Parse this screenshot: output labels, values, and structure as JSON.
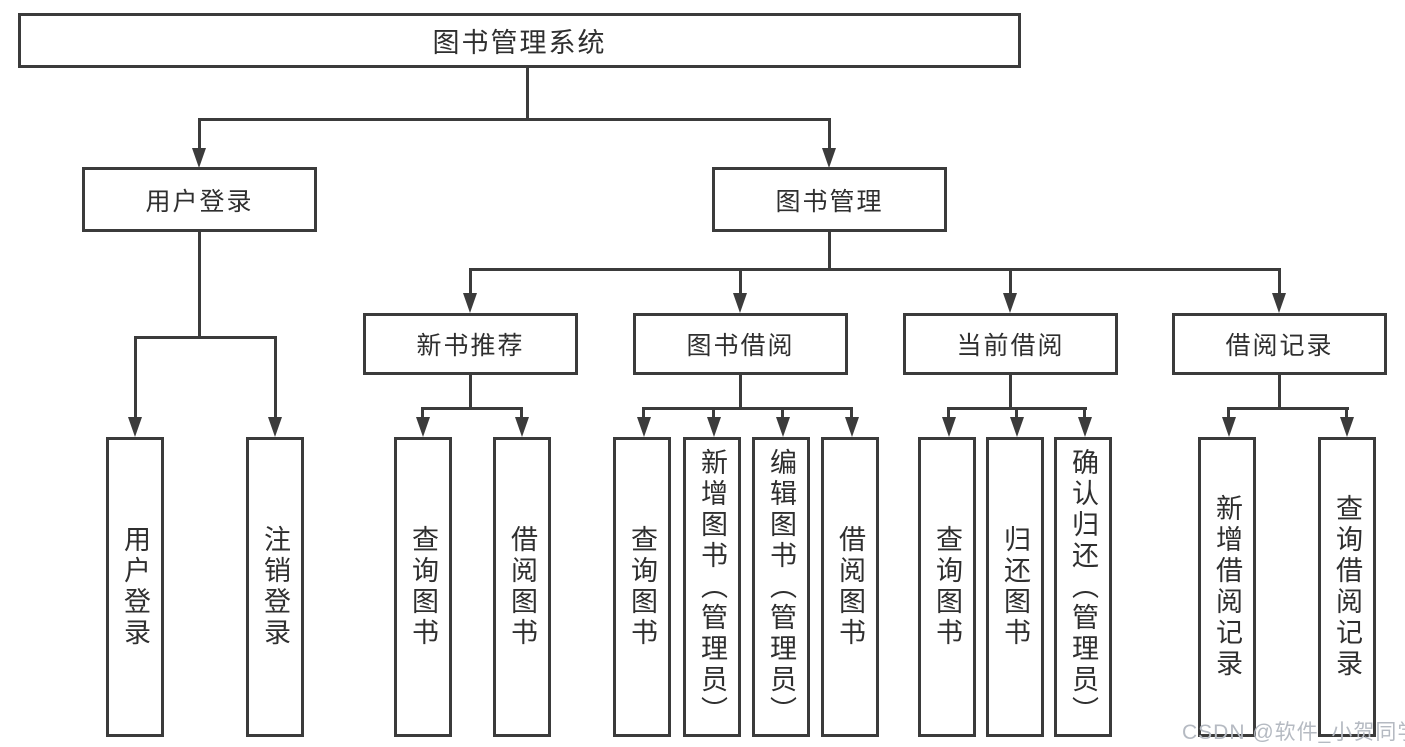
{
  "tree": {
    "label": "图书管理系统",
    "children": [
      {
        "label": "用户登录",
        "children": [
          {
            "label": "用户登录"
          },
          {
            "label": "注销登录"
          }
        ]
      },
      {
        "label": "图书管理",
        "children": [
          {
            "label": "新书推荐",
            "children": [
              {
                "label": "查询图书"
              },
              {
                "label": "借阅图书"
              }
            ]
          },
          {
            "label": "图书借阅",
            "children": [
              {
                "label": "查询图书"
              },
              {
                "label": "新增图书（管理员）"
              },
              {
                "label": "编辑图书（管理员）"
              },
              {
                "label": "借阅图书"
              }
            ]
          },
          {
            "label": "当前借阅",
            "children": [
              {
                "label": "查询图书"
              },
              {
                "label": "归还图书"
              },
              {
                "label": "确认归还（管理员）"
              }
            ]
          },
          {
            "label": "借阅记录",
            "children": [
              {
                "label": "新增借阅记录"
              },
              {
                "label": "查询借阅记录"
              }
            ]
          }
        ]
      }
    ]
  },
  "watermark": {
    "text": "CSDN @软件_小贺同学"
  },
  "colors": {
    "line": "#3b3b3b",
    "text": "#2f2f2f",
    "watermark": "#b5bac2",
    "background": "#ffffff"
  }
}
